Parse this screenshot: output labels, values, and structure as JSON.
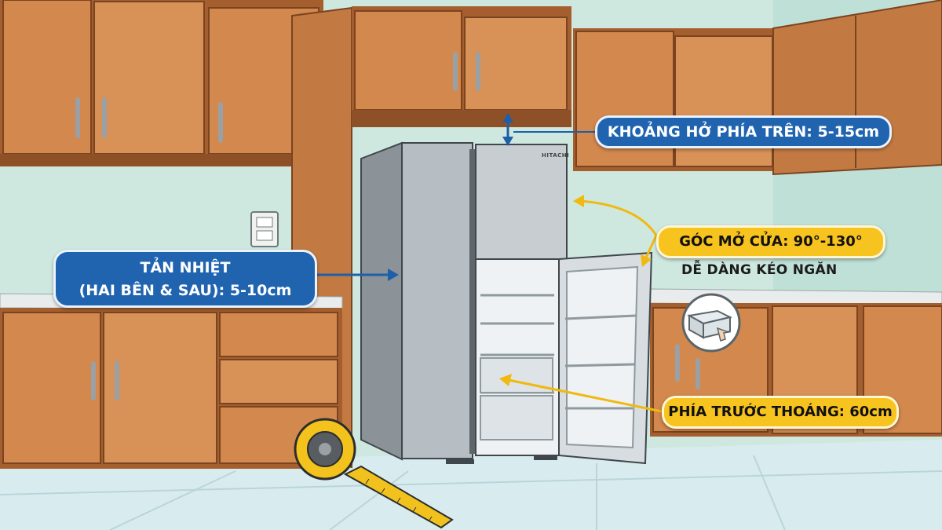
{
  "annotations": {
    "top_clearance": "KHOẢNG HỞ PHÍA TRÊN: 5-15cm",
    "side_cooling_line1": "TẢN NHIỆT",
    "side_cooling_line2": "(HAI BÊN & SAU): 5-10cm",
    "door_angle": "GÓC MỞ CỬA: 90°-130°",
    "door_subcaption": "DỄ DÀNG KÉO NGĂN",
    "front_clearance": "PHÍA TRƯỚC THOÁNG: 60cm"
  },
  "fridge": {
    "brand": "HITACHI"
  },
  "icons": [
    "drawer-pull-icon",
    "arrow-icon",
    "double-arrow-icon",
    "tape-measure-icon",
    "power-outlet-icon"
  ],
  "colors": {
    "label_blue": "#2064b0",
    "label_yellow": "#f7c31e",
    "cabinet_wood": "#d3884e",
    "wall": "#cfe8df",
    "floor": "#d8ecef"
  }
}
